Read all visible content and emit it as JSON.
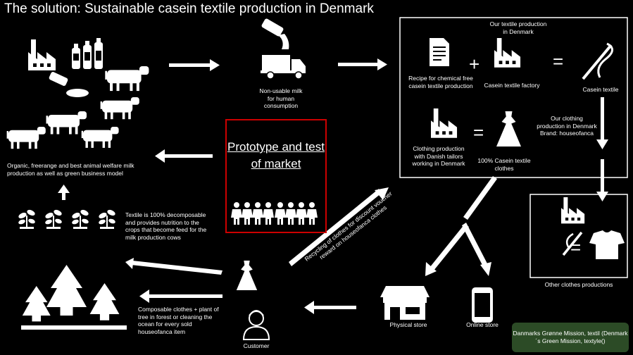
{
  "title": "The solution: Sustainable casein textile production in Denmark",
  "farm_caption": "Organic, freerange and best animal welfare milk production as well as green business model",
  "milk_caption": "Non-usable milk for human consumption",
  "prototype": "Prototype and test of market",
  "production": {
    "header": "Our textile production in Denmark",
    "recipe": "Recipe for chemical free casein textile production",
    "factory": "Casein textile factory",
    "textile": "Casein textile",
    "plus": "+",
    "equals": "=",
    "clothing_prod": "Clothing production with Danish tailors working in Denmark",
    "clothes": "100% Casein textile clothes",
    "brand": "Our clothing production in Denmark Brand: houseofanca"
  },
  "other_caption": "Other clothes productions",
  "plants_caption": "Textile is 100% decomposable and provides nutrition to the crops that become feed for the milk production cows",
  "recycling_caption": "Recycling of clothes for discount voucher reward on houseofanca clothes",
  "composable_caption": "Composable clothes + plant of tree in forest or cleaning the ocean for every sold houseofanca item",
  "customer": "Customer",
  "physical_store": "Physical store",
  "online_store": "Online store",
  "mission": "Danmarks Grønne Mission, textil (Denmark´s Green Mission, textyle()"
}
